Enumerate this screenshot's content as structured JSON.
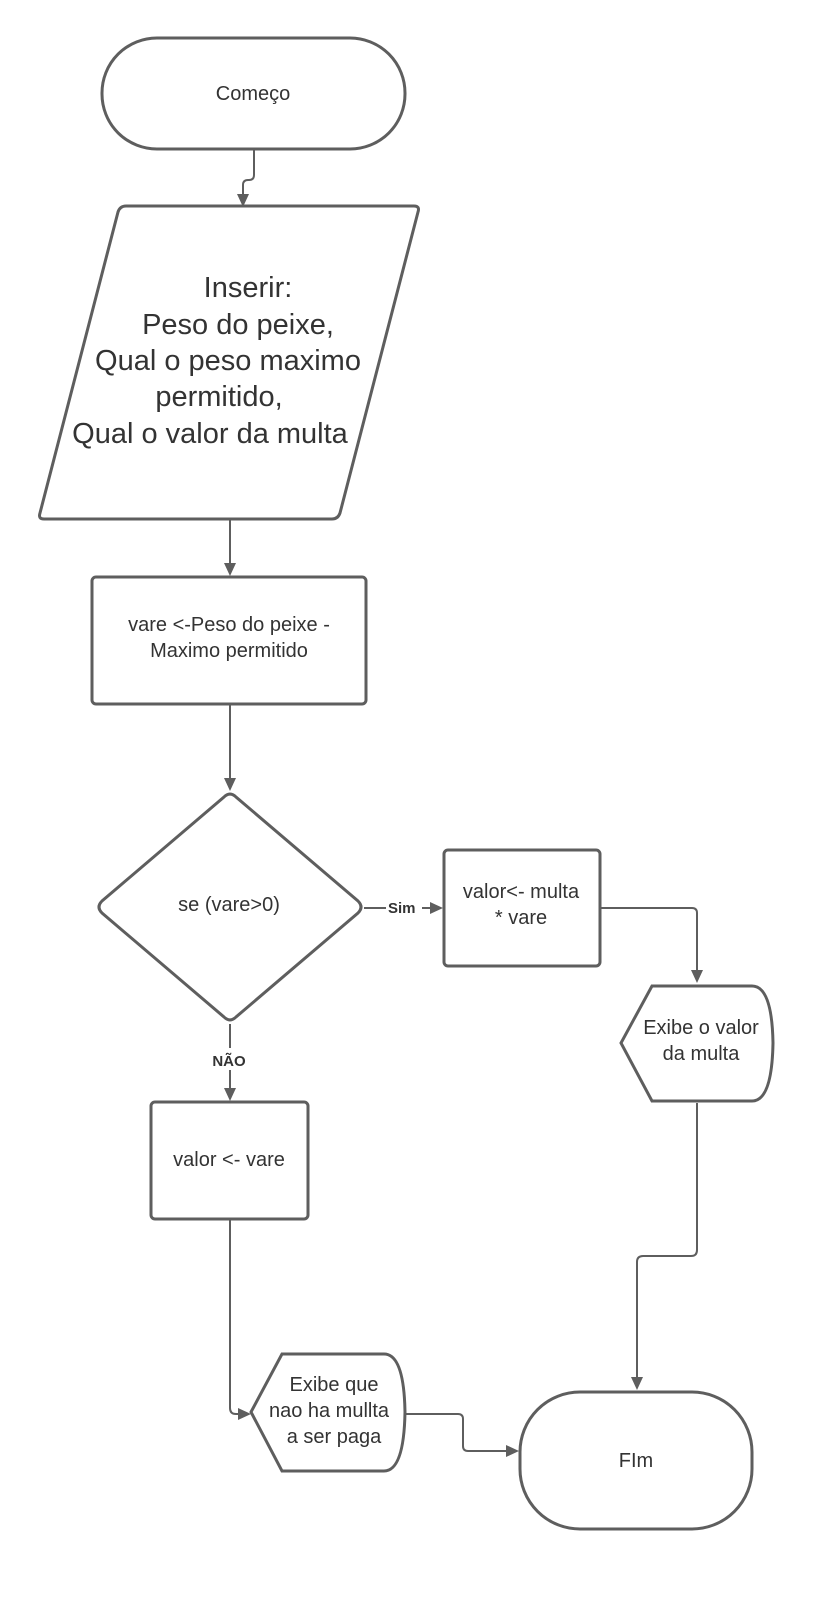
{
  "nodes": {
    "start": {
      "label": "Começo"
    },
    "input": {
      "lines": [
        "Inserir:",
        "Peso do peixe,",
        "Qual o peso maximo",
        "permitido,",
        "Qual o valor da multa"
      ]
    },
    "calc_vare": {
      "lines": [
        "vare <-Peso do peixe -",
        "Maximo permitido"
      ]
    },
    "decision": {
      "label": "se (vare>0)"
    },
    "calc_fine": {
      "lines": [
        "valor<- multa",
        "* vare"
      ]
    },
    "show_fine": {
      "lines": [
        "Exibe o valor",
        "da multa"
      ]
    },
    "set_value": {
      "label": "valor <- vare"
    },
    "show_no_fine": {
      "lines": [
        "Exibe que",
        "nao ha mullta",
        "a ser paga"
      ]
    },
    "end": {
      "label": "FIm"
    }
  },
  "edges": {
    "yes_label": "Sim",
    "no_label": "NÃO"
  }
}
